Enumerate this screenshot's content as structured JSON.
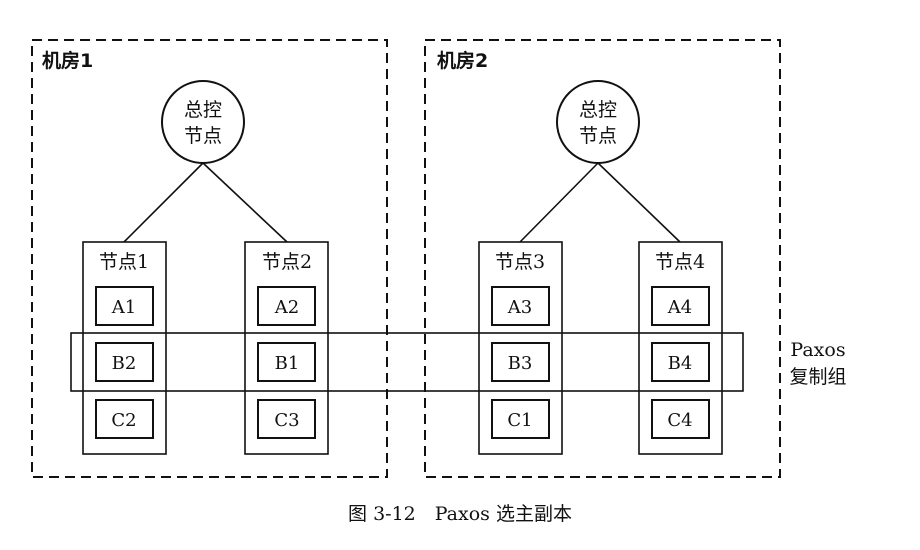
{
  "rooms": [
    {
      "label": "机房1",
      "controller": [
        "总控",
        "节点"
      ]
    },
    {
      "label": "机房2",
      "controller": [
        "总控",
        "节点"
      ]
    }
  ],
  "nodes": [
    {
      "label": "节点1",
      "replicas": [
        "A1",
        "B2",
        "C2"
      ]
    },
    {
      "label": "节点2",
      "replicas": [
        "A2",
        "B1",
        "C3"
      ]
    },
    {
      "label": "节点3",
      "replicas": [
        "A3",
        "B3",
        "C1"
      ]
    },
    {
      "label": "节点4",
      "replicas": [
        "A4",
        "B4",
        "C4"
      ]
    }
  ],
  "paxos_group": {
    "line1": "Paxos",
    "line2": "复制组"
  },
  "caption": "图 3-12　Paxos 选主副本"
}
